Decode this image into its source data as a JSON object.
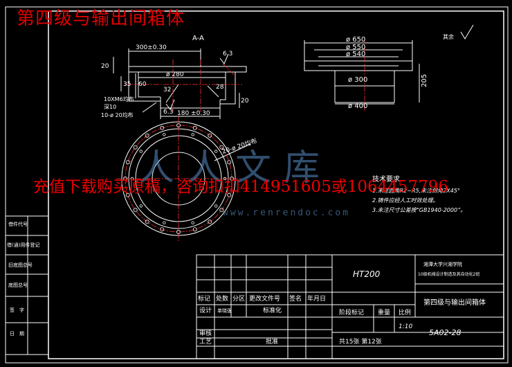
{
  "header": {
    "title": "第四级与输出间箱体",
    "ad_text": "充值下载购买原稿，咨询扣扣414951605或1064457796",
    "watermark_text": "人人文库",
    "watermark_url": "www.renrendoc.com"
  },
  "section_view": {
    "label": "A-A",
    "dims": {
      "width_300": "300±0.30",
      "bore_280": "ø 280",
      "width_180": "180 ±0.30",
      "d20": "20",
      "d35": "35",
      "d60": "60",
      "d32": "32",
      "d28": "28",
      "d20b": "20",
      "rough1": "6.3",
      "rough2": "6.3",
      "thread_note1": "10XM6均布",
      "thread_note2": "深10",
      "hole_note": "10-ø 20均布"
    }
  },
  "side_view": {
    "dims": {
      "d650": "ø 650",
      "d550": "ø 550",
      "d540": "ø 540",
      "d300": "ø 300",
      "d400": "ø 400",
      "h205": "205"
    },
    "rest_label": "其余"
  },
  "top_view": {
    "hole_label": "20-ø 20均布",
    "outer_hole_count": 20,
    "inner_hole_count": 10
  },
  "tech_req": {
    "title": "技术要求",
    "items": [
      "1.未注圆角R2~R5,未注倒角2X45°",
      "2.铸件应经人工时效处理。",
      "3.未注尺寸公差按“GB1940-2000”。"
    ]
  },
  "left_strip": {
    "labels": [
      "借件代号",
      "借(通)用件登记",
      "旧底图总号",
      "底图总号",
      "签　字",
      "日　期"
    ]
  },
  "title_block": {
    "material": "HT200",
    "school1": "湘潭大学兴湘学院",
    "school2": "10级机械设计制造及其自动化2班",
    "part_name": "第四级与输出间箱体",
    "headers": [
      "标记",
      "处数",
      "分区",
      "更改文件号",
      "签名",
      "年月日"
    ],
    "design": "设计",
    "standard_label": "标准化",
    "stage_label": "阶段标记",
    "weight_label": "重量",
    "scale_label": "比例",
    "scale": "1:10",
    "review": "审核",
    "process": "工艺",
    "approve": "批准",
    "sheet": "共15张 第12张",
    "drawing_no": "5A02-28",
    "designer": "单晓强"
  }
}
